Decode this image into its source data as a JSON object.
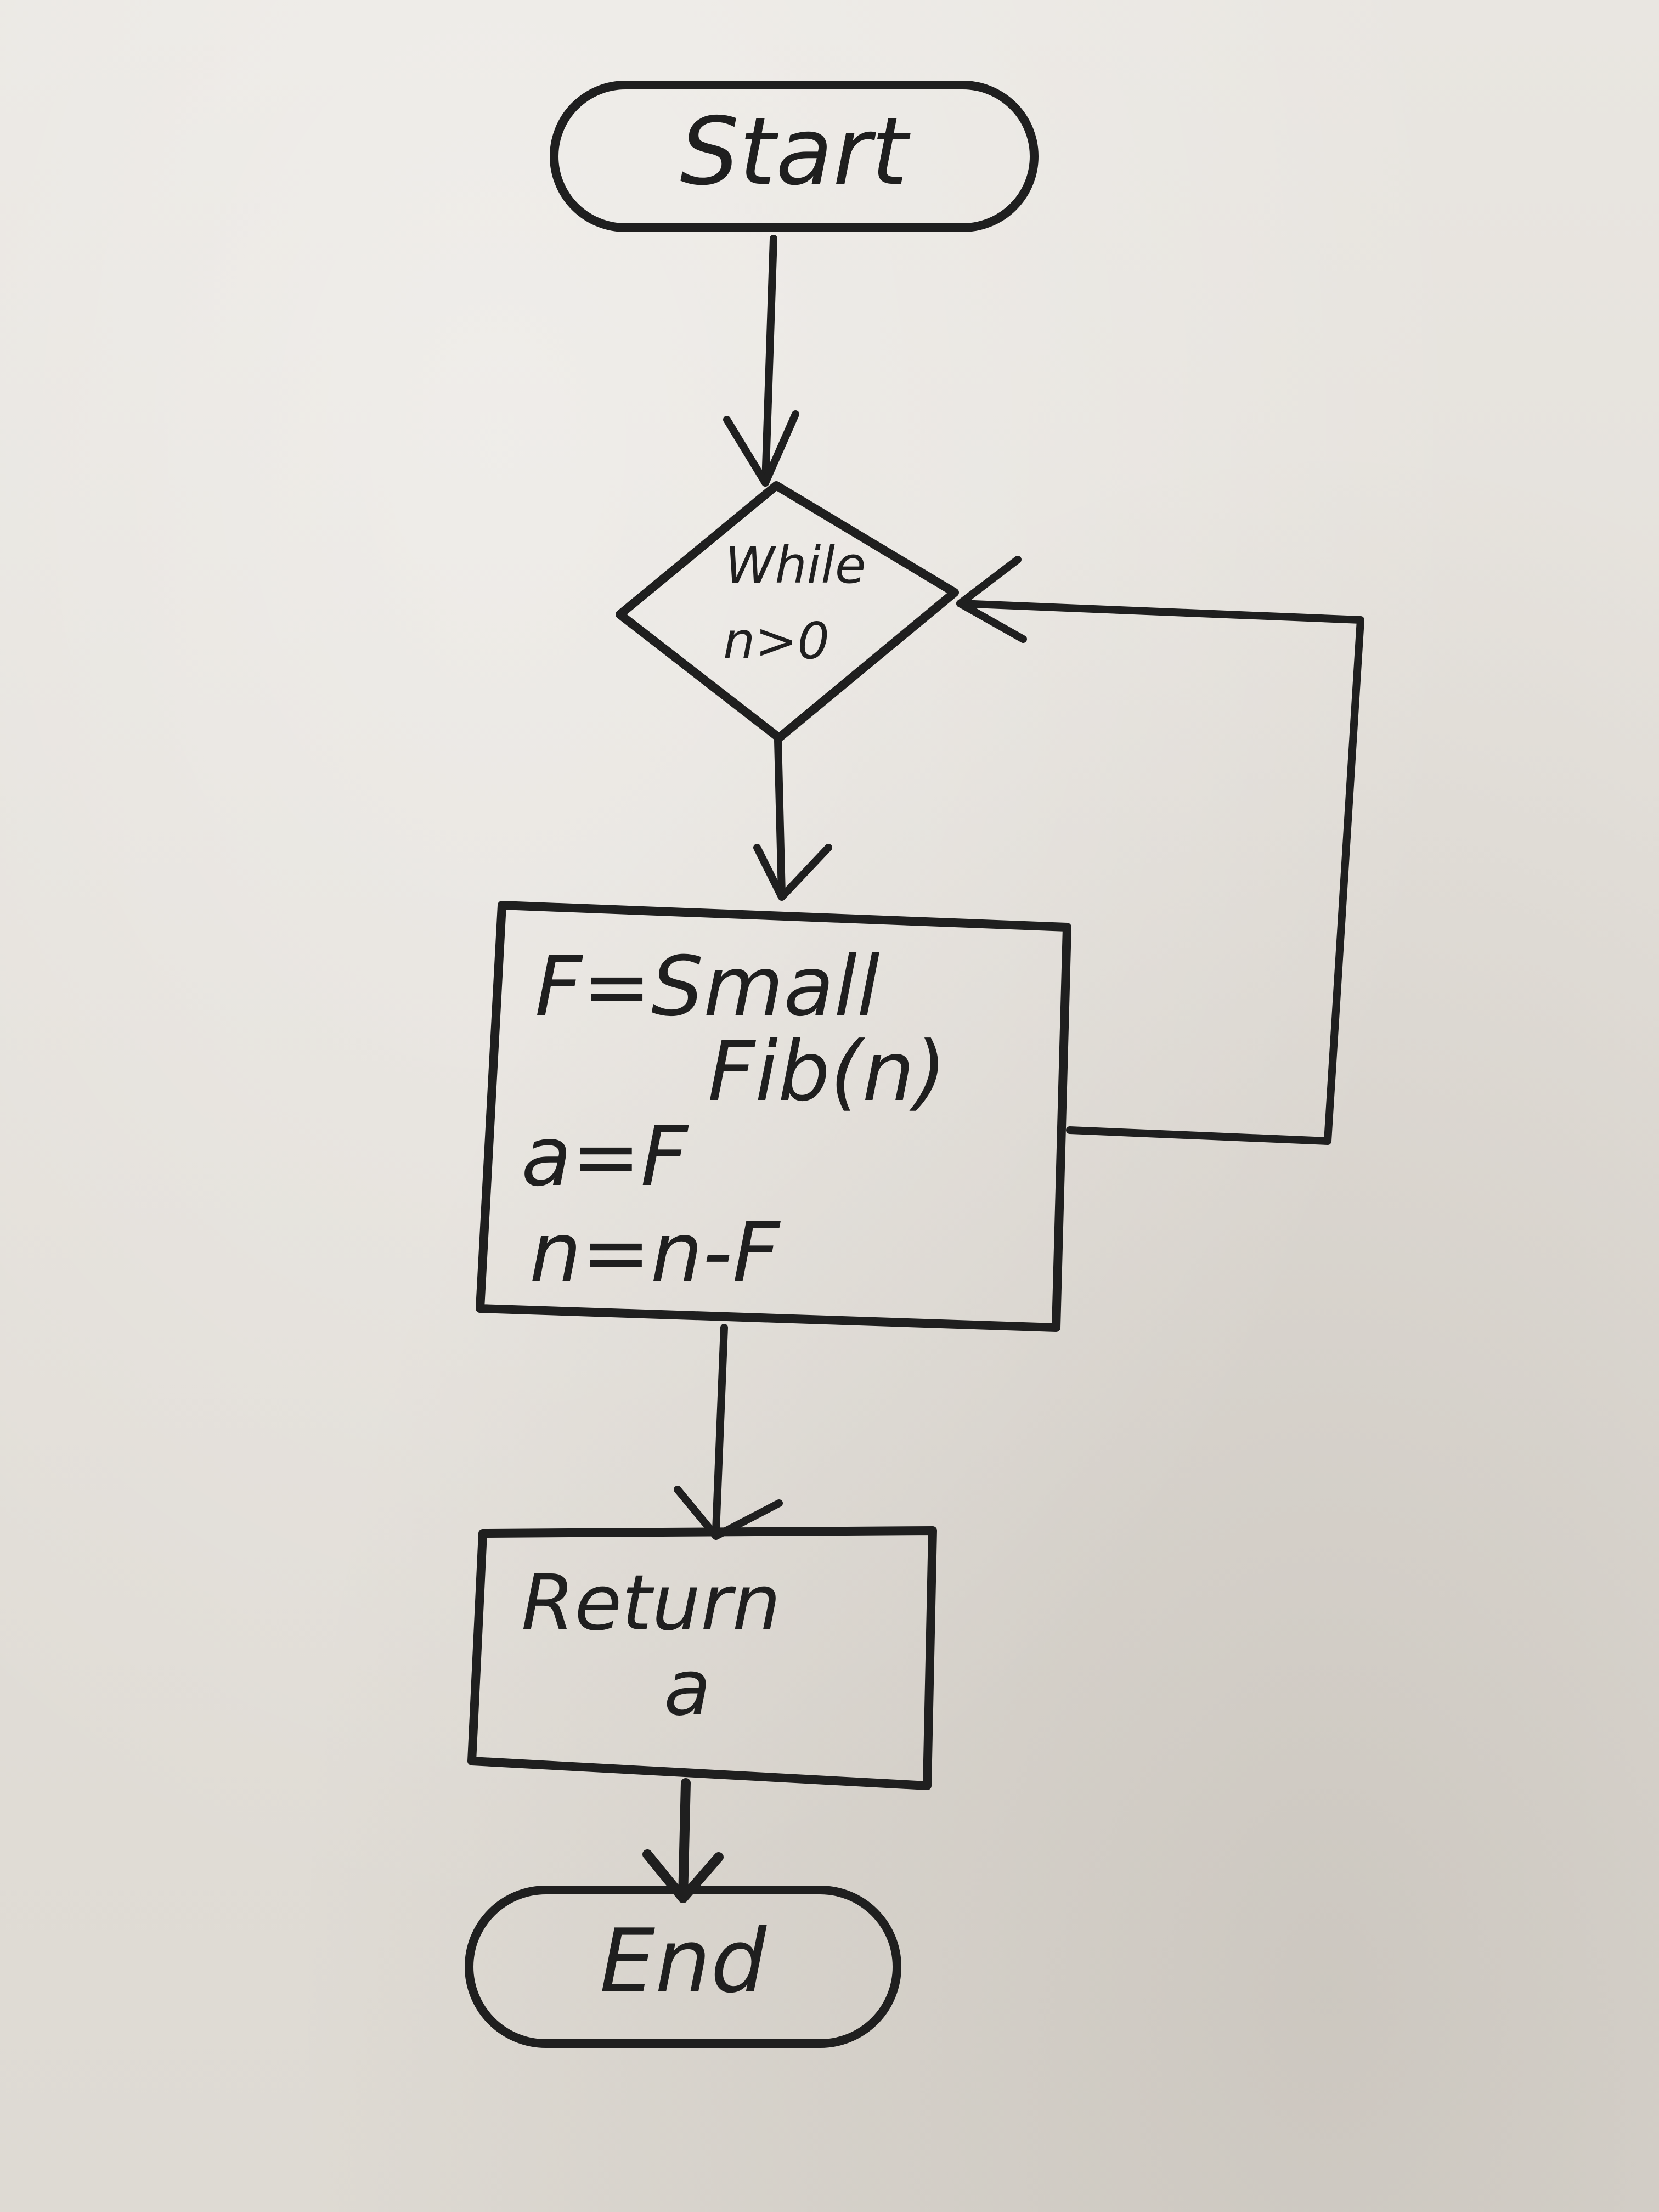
{
  "flowchart": {
    "start": {
      "label": "Start"
    },
    "decision": {
      "line1": "While",
      "line2": "n>0"
    },
    "process": {
      "line1": "F=Small",
      "line2": "Fib(n)",
      "line3": "a=F",
      "line4": "n=n-F"
    },
    "output": {
      "line1": "Return",
      "line2": "a"
    },
    "end": {
      "label": "End"
    }
  }
}
